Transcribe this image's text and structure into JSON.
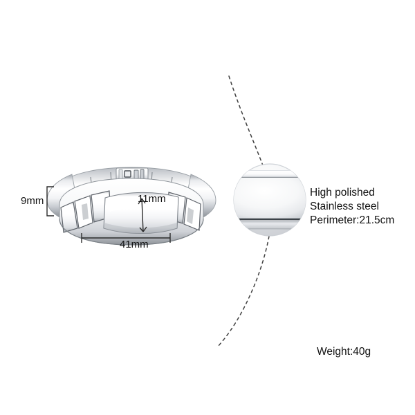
{
  "product": {
    "type": "bracelet",
    "material_description": "stainless steel id bracelet"
  },
  "dimensions": {
    "width_label": "9mm",
    "plate_height_label": "11mm",
    "plate_length_label": "41mm"
  },
  "specs": {
    "line1": "High polished",
    "line2": "Stainless steel",
    "line3": "Perimeter:21.5cm"
  },
  "weight": {
    "label": "Weight:40g"
  },
  "colors": {
    "background": "#ffffff",
    "text": "#111111",
    "metal_light": "#ffffff",
    "metal_mid": "#d8dade",
    "metal_shadow": "#8c9096",
    "metal_dark": "#5b6066",
    "callout_line": "#3a3a3a"
  }
}
